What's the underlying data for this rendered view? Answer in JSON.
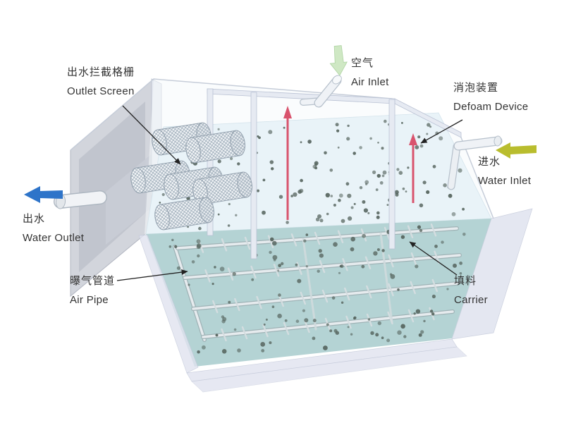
{
  "labels": {
    "outlet_screen": {
      "zh": "出水拦截格栅",
      "en": "Outlet Screen"
    },
    "air_inlet": {
      "zh": "空气",
      "en": "Air Inlet"
    },
    "defoam_device": {
      "zh": "消泡装置",
      "en": "Defoam Device"
    },
    "water_inlet": {
      "zh": "进水",
      "en": "Water Inlet"
    },
    "water_outlet": {
      "zh": "出水",
      "en": "Water Outlet"
    },
    "air_pipe": {
      "zh": "曝气管道",
      "en": "Air Pipe"
    },
    "carrier": {
      "zh": "填料",
      "en": "Carrier"
    }
  },
  "colors": {
    "water_outlet_arrow": "#2e74c9",
    "water_inlet_arrow": "#b9bd2e",
    "air_inlet_arrow": "#cfe8c4",
    "defoam_device": "#d9536d",
    "tank_wall": "#e0e3ef",
    "water_surface": "#e9f3f8",
    "tank_floor": "#b4d3d4",
    "carrier_dot": "#57655f"
  }
}
